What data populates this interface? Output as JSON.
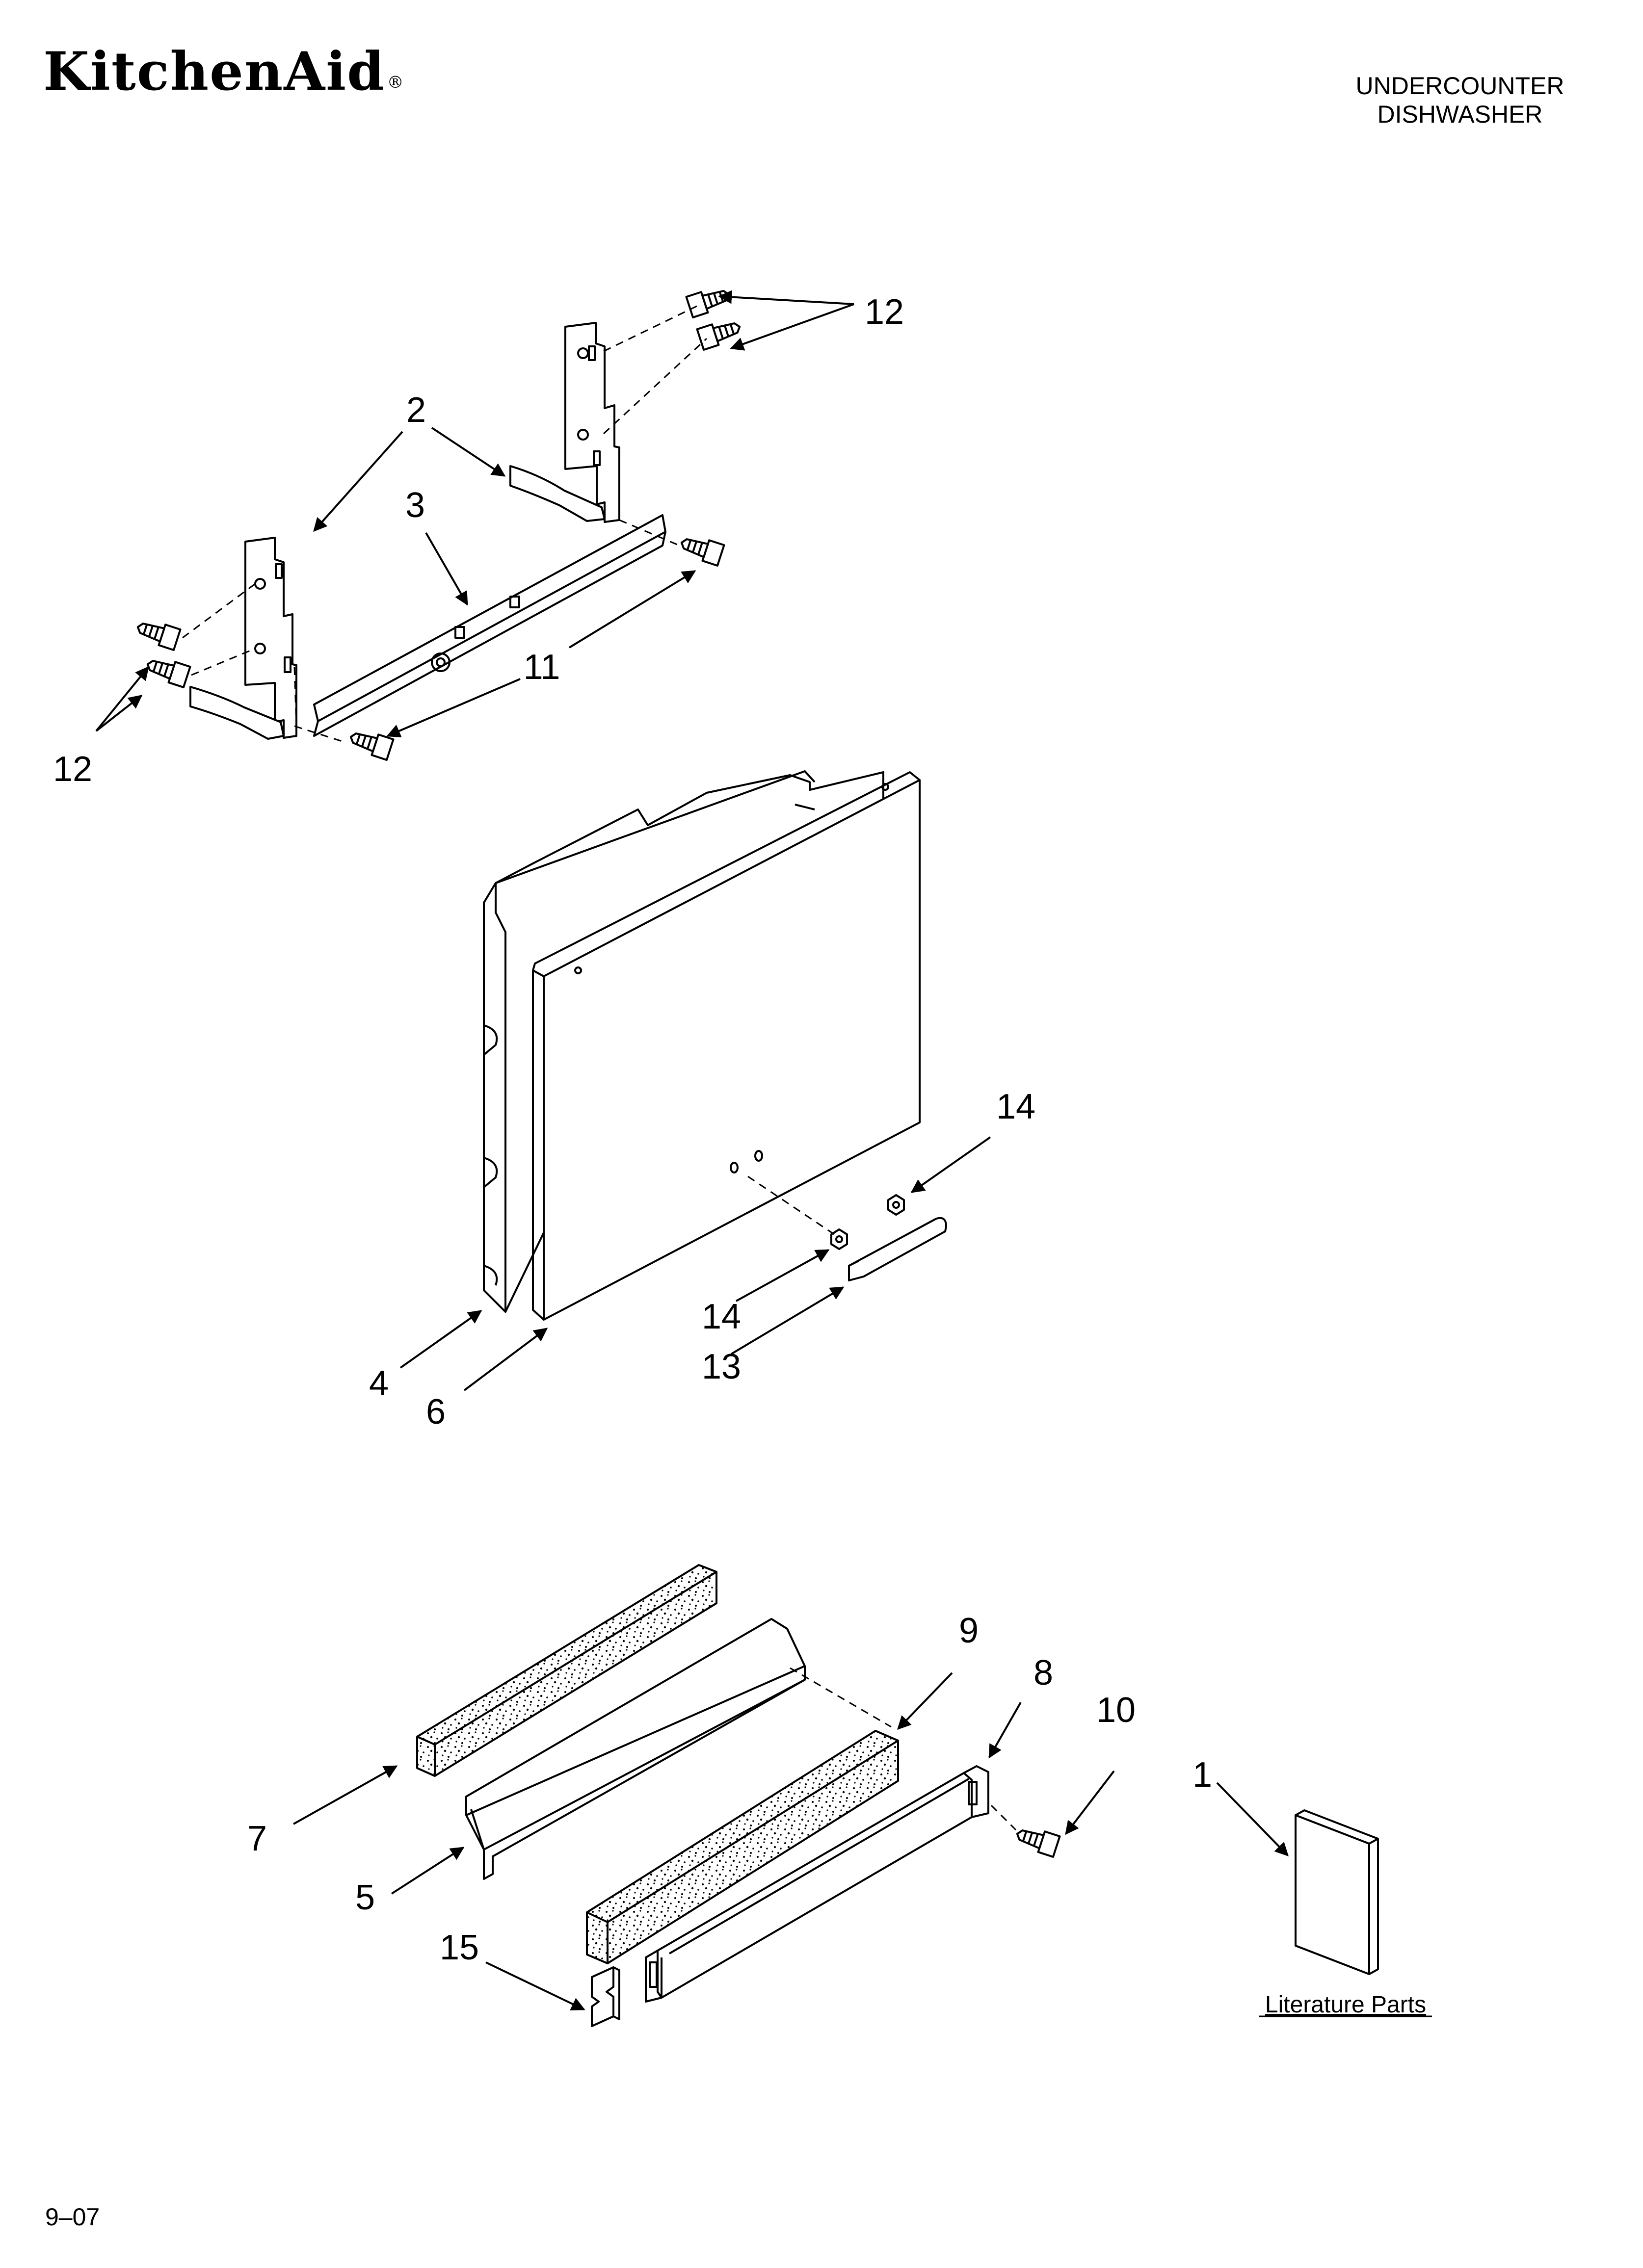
{
  "header": {
    "brand": "KitchenAid",
    "brand_mark": "®",
    "product_line1": "UNDERCOUNTER",
    "product_line2": "DISHWASHER"
  },
  "callouts": {
    "c1": "1",
    "c2": "2",
    "c3": "3",
    "c4": "4",
    "c5": "5",
    "c6": "6",
    "c7": "7",
    "c8": "8",
    "c9": "9",
    "c10": "10",
    "c11": "11",
    "c12_upper": "12",
    "c12_lower": "12",
    "c13": "13",
    "c14_upper": "14",
    "c14_lower": "14",
    "c15": "15"
  },
  "literature_label": "Literature Parts",
  "footer": {
    "date_code": "9–07"
  },
  "colors": {
    "line": "#000000",
    "fill": "#ffffff",
    "insulation_dot": "#000000"
  }
}
